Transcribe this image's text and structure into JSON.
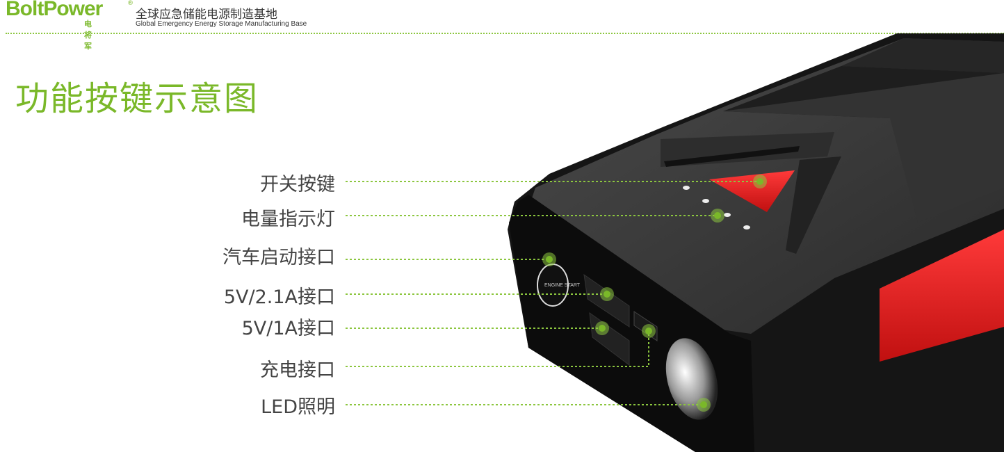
{
  "header": {
    "logo_text": "BoltPower",
    "logo_subtitle": "电将军",
    "tagline_cn": "全球应急储能电源制造基地",
    "tagline_en": "Global Emergency Energy Storage Manufacturing Base"
  },
  "title": "功能按键示意图",
  "callouts": [
    {
      "label": "开关按键"
    },
    {
      "label": "电量指示灯"
    },
    {
      "label": "汽车启动接口"
    },
    {
      "label": "5V/2.1A接口"
    },
    {
      "label": "5V/1A接口"
    },
    {
      "label": "充电接口"
    },
    {
      "label": "LED照明"
    }
  ],
  "device": {
    "start_label": "ENGINE START"
  },
  "colors": {
    "accent": "#7ab829",
    "dot": "#8cc63f",
    "device_body": "#1a1a1a",
    "device_red": "#e02020"
  }
}
